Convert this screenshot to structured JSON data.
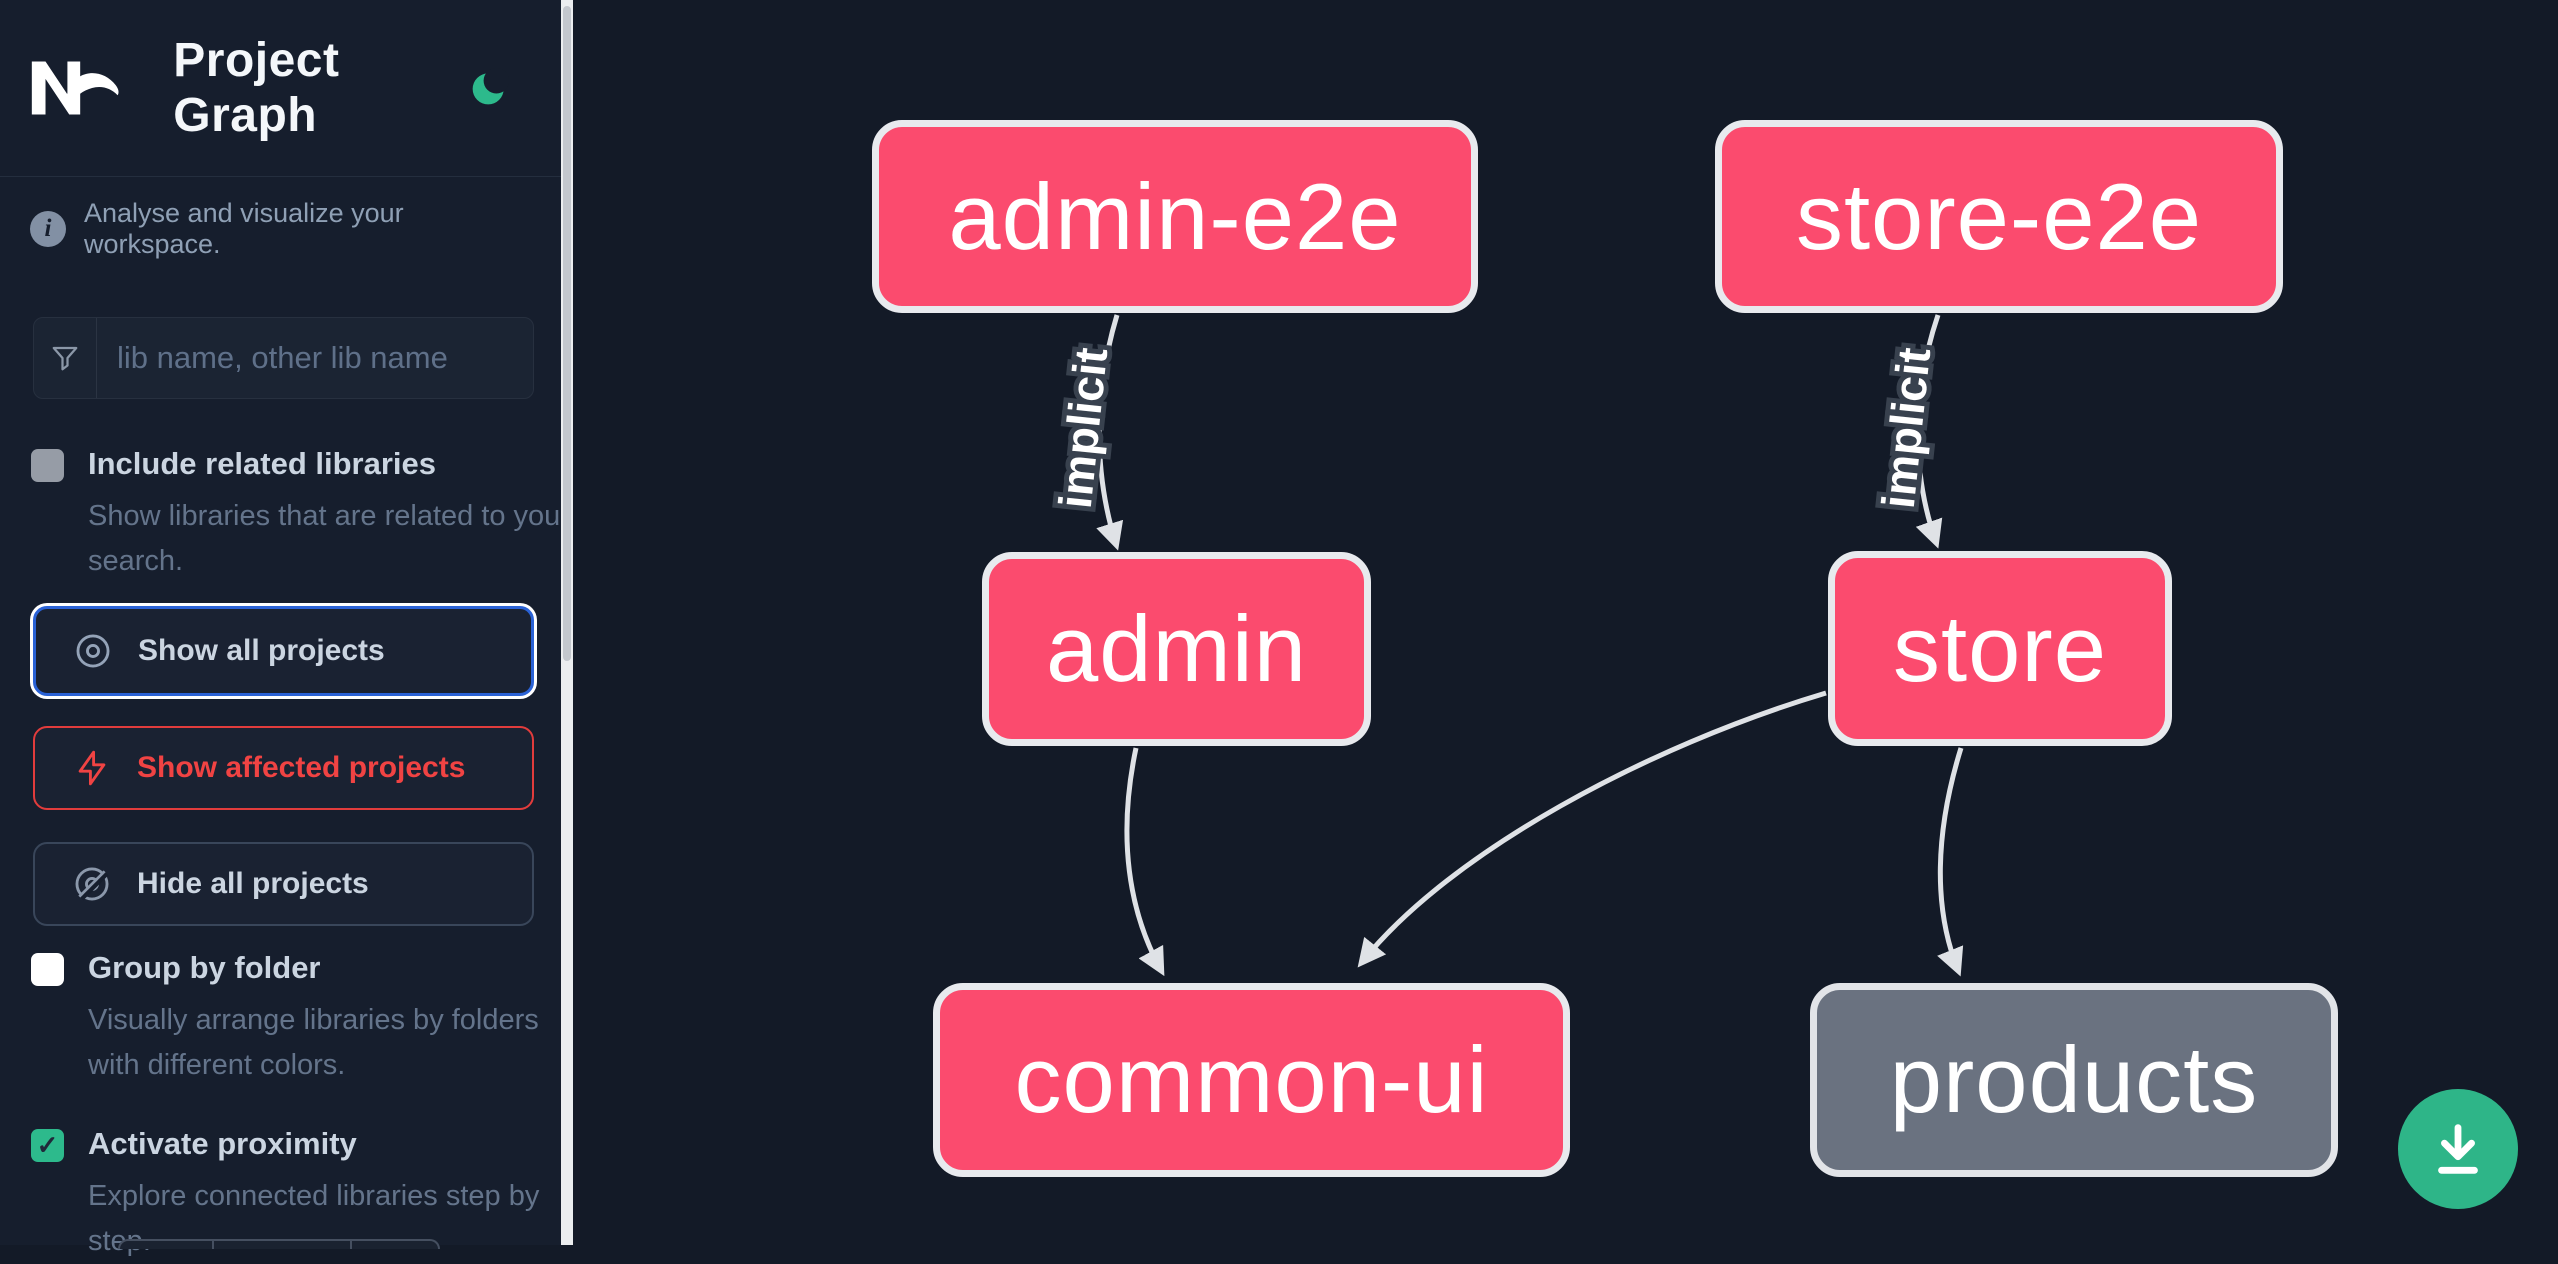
{
  "header": {
    "title": "Project Graph",
    "logo": "nx-logo",
    "theme_toggle_icon": "moon",
    "accent_green": "#2dba8c"
  },
  "sidebar": {
    "tagline": "Analyse and visualize your workspace.",
    "search_placeholder": "lib name, other lib name",
    "toggles": [
      {
        "label": "Include related libraries",
        "description": "Show libraries that are related to your search.",
        "checked": false
      },
      {
        "label": "Group by folder",
        "description": "Visually arrange libraries by folders with different colors.",
        "checked": false
      },
      {
        "label": "Activate proximity",
        "description": "Explore connected libraries step by step.",
        "checked": true,
        "check_glyph": "✓"
      }
    ],
    "buttons": [
      {
        "label": "Show all projects",
        "icon": "eye",
        "state": "focused"
      },
      {
        "label": "Show affected projects",
        "icon": "lightning-bolt",
        "state": "affected",
        "accent": "#f04343"
      },
      {
        "label": "Hide all projects",
        "icon": "eye-off",
        "state": "default"
      }
    ]
  },
  "graph": {
    "nodes": [
      {
        "id": "admin-e2e",
        "label": "admin-e2e",
        "color": "#fb4b6e"
      },
      {
        "id": "store-e2e",
        "label": "store-e2e",
        "color": "#fb4b6e"
      },
      {
        "id": "admin",
        "label": "admin",
        "color": "#fb4b6e"
      },
      {
        "id": "store",
        "label": "store",
        "color": "#fb4b6e"
      },
      {
        "id": "common-ui",
        "label": "common-ui",
        "color": "#fb4b6e"
      },
      {
        "id": "products",
        "label": "products",
        "color": "#6a7280"
      }
    ],
    "edges": [
      {
        "from": "admin-e2e",
        "to": "admin",
        "label": "implicit"
      },
      {
        "from": "store-e2e",
        "to": "store",
        "label": "implicit"
      },
      {
        "from": "admin",
        "to": "common-ui",
        "label": ""
      },
      {
        "from": "store",
        "to": "common-ui",
        "label": ""
      },
      {
        "from": "store",
        "to": "products",
        "label": ""
      }
    ],
    "edge_color": "#dfe2e6",
    "node_text_color": "#ffffff"
  },
  "fab": {
    "icon": "download-arrow",
    "color": "#2eb588"
  }
}
